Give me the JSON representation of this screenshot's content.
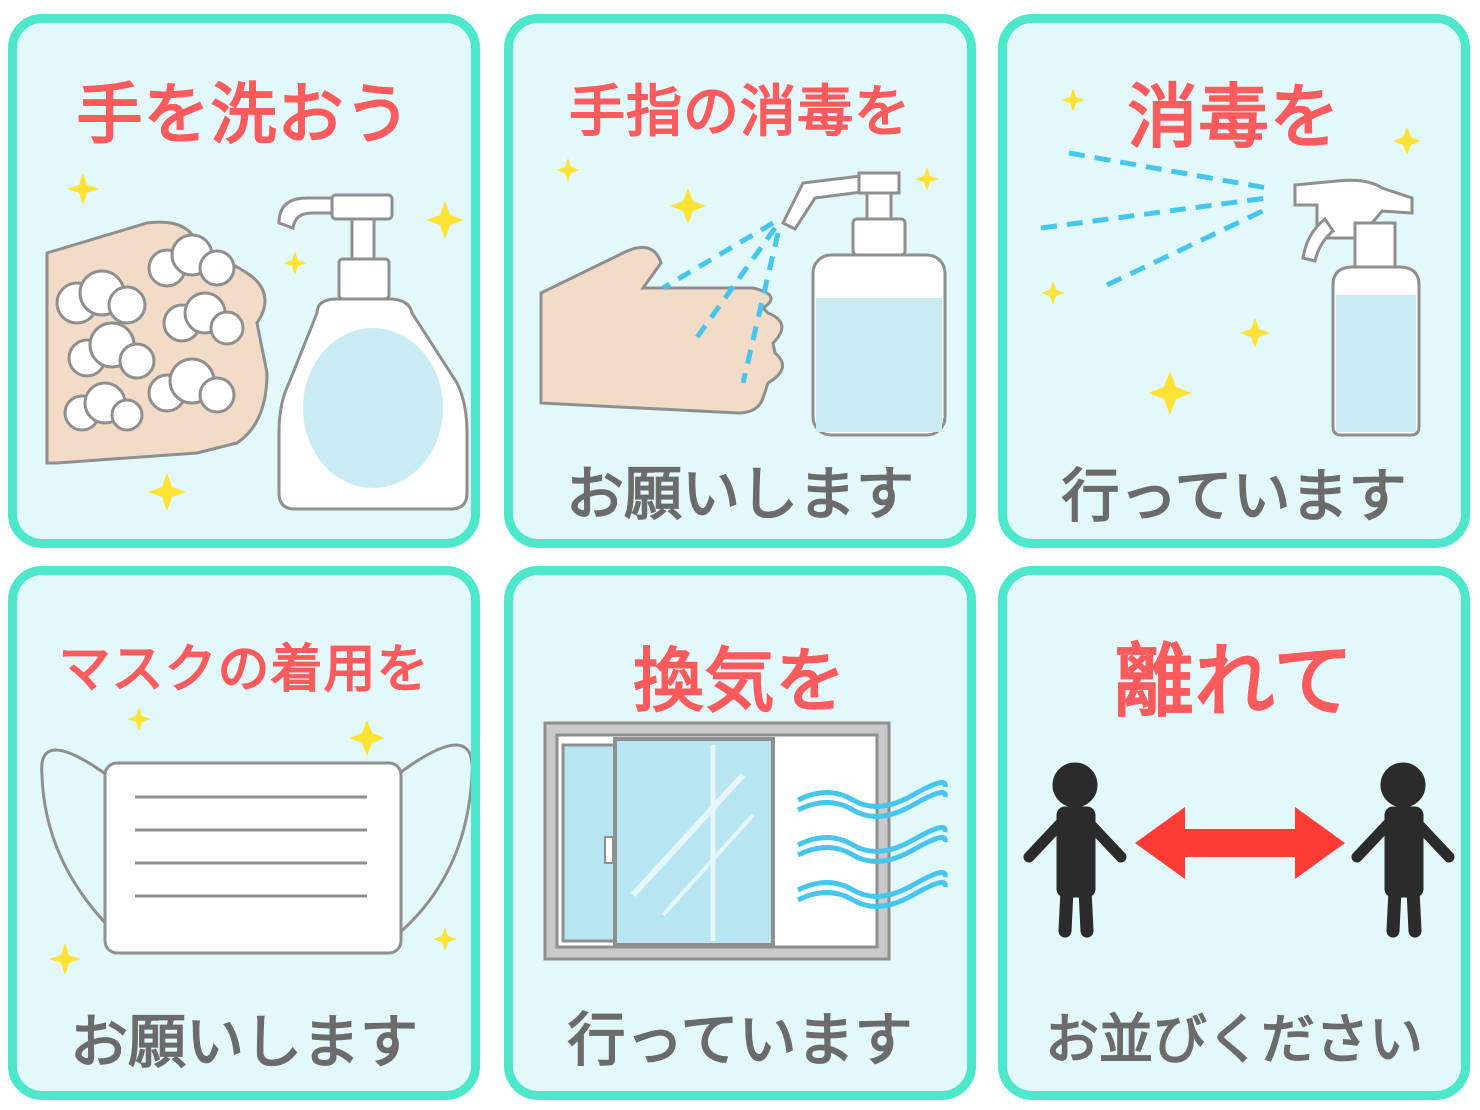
{
  "cards": [
    {
      "title": "手を洗おう",
      "subtitle": ""
    },
    {
      "title": "手指の消毒を",
      "subtitle": "お願いします"
    },
    {
      "title": "消毒を",
      "subtitle": "行っています"
    },
    {
      "title": "マスクの着用を",
      "subtitle": "お願いします"
    },
    {
      "title": "換気を",
      "subtitle": "行っています"
    },
    {
      "title": "離れて",
      "subtitle": "お並びください"
    }
  ],
  "colors": {
    "card_bg": "#e2f8fa",
    "card_border": "#4de7cc",
    "title_red": "#fb5b5d",
    "subtitle_gray": "#6b6b6b",
    "sparkle_yellow": "#ffe234",
    "spray_blue": "#46c6ee",
    "arrow_red": "#ff3b35",
    "person_dark": "#2b2b2b"
  },
  "icons": [
    "washing-hands-icon",
    "soap-pump-icon",
    "hand-sanitizer-icon",
    "spray-bottle-icon",
    "face-mask-icon",
    "window-icon",
    "wind-icon",
    "person-icon",
    "double-arrow-icon",
    "sparkle-icon"
  ]
}
